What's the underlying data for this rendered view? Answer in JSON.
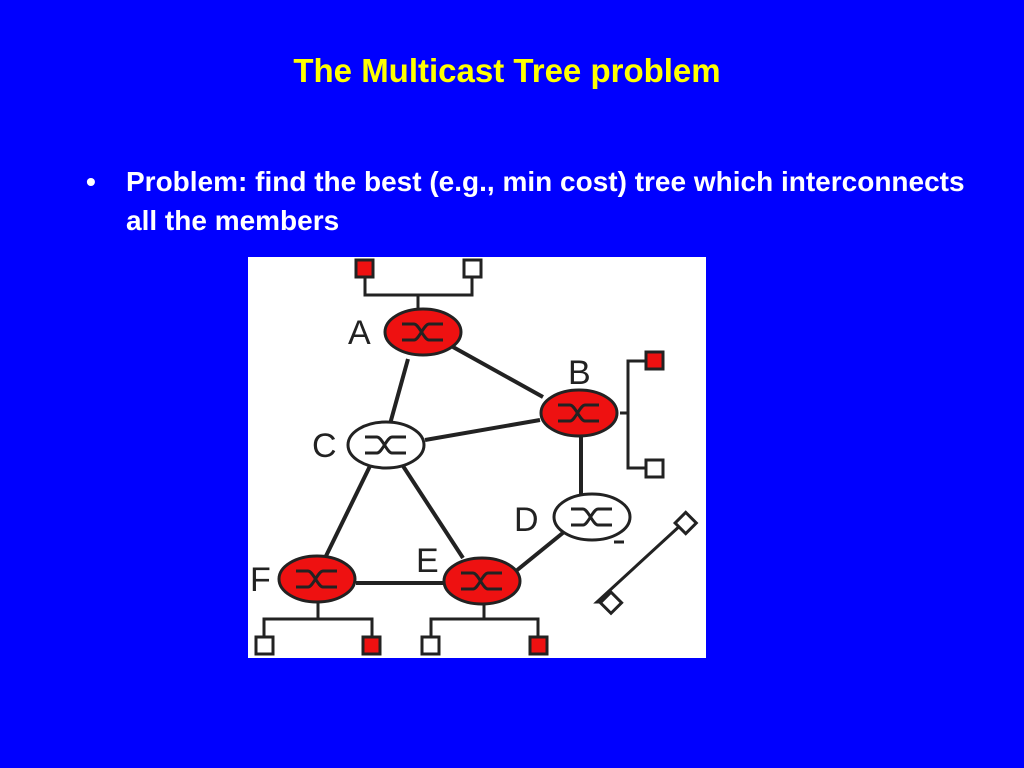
{
  "slide": {
    "title": "The Multicast Tree problem",
    "bullet_symbol": "•",
    "bullet_text": "Problem: find the best (e.g., min cost) tree which interconnects all the members"
  },
  "colors": {
    "background": "#0000ff",
    "title": "#ffff00",
    "bullet_text": "#ffffff",
    "member_router": "#ee1111",
    "non_member_router": "#ffffff",
    "member_host": "#ee1111",
    "non_member_host": "#ffffff"
  },
  "diagram": {
    "routers": [
      {
        "id": "A",
        "label": "A",
        "member": true
      },
      {
        "id": "B",
        "label": "B",
        "member": true
      },
      {
        "id": "C",
        "label": "C",
        "member": false
      },
      {
        "id": "D",
        "label": "D",
        "member": false
      },
      {
        "id": "E",
        "label": "E",
        "member": true
      },
      {
        "id": "F",
        "label": "F",
        "member": true
      }
    ],
    "links": [
      [
        "A",
        "C"
      ],
      [
        "A",
        "B"
      ],
      [
        "C",
        "B"
      ],
      [
        "B",
        "D"
      ],
      [
        "C",
        "F"
      ],
      [
        "C",
        "E"
      ],
      [
        "F",
        "E"
      ],
      [
        "E",
        "D"
      ]
    ]
  }
}
